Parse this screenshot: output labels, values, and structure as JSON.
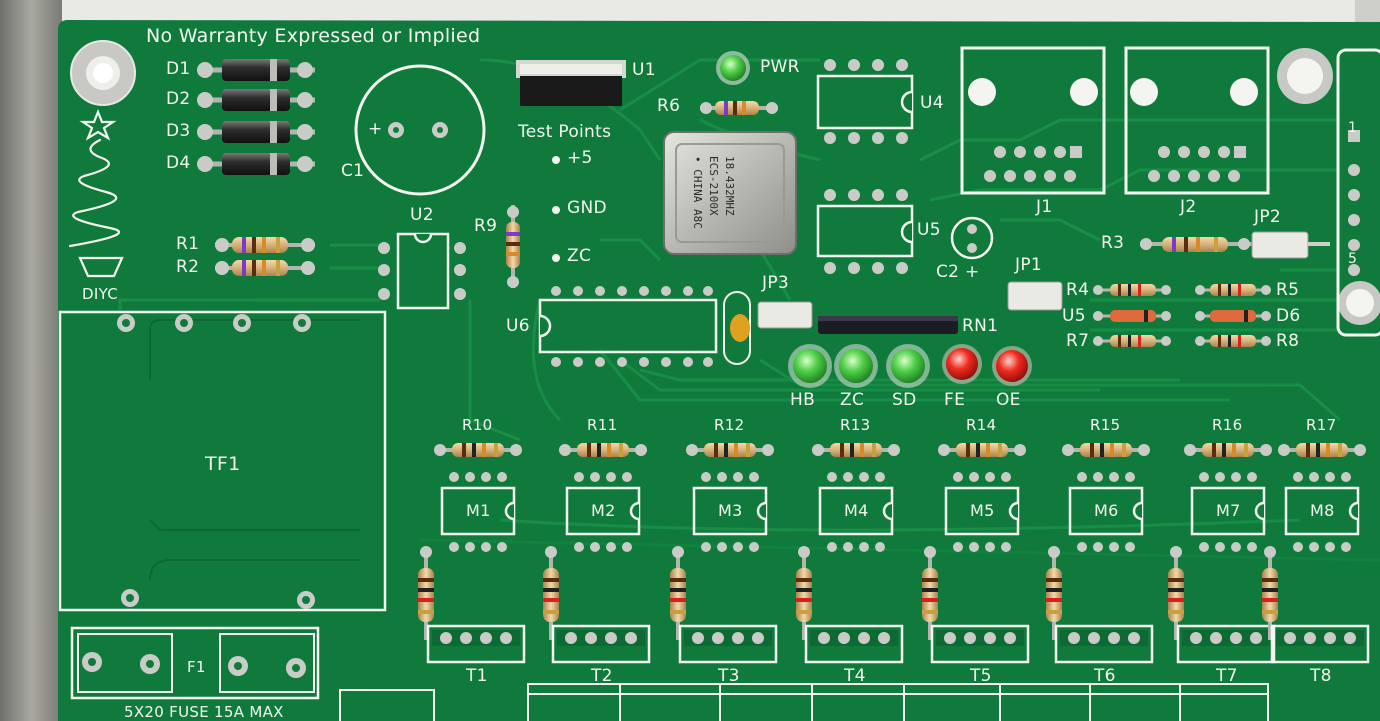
{
  "board": {
    "disclaimer": "No Warranty Expressed or Implied",
    "logo_text": "DIYC",
    "test_points_title": "Test Points",
    "test_points": [
      "+5",
      "GND",
      "ZC"
    ],
    "fuse_label": "5X20 FUSE 15A MAX",
    "oscillator_marking": [
      "18.432MHZ",
      "ECS-2100X",
      "• CHINA A8C"
    ]
  },
  "designators": {
    "diodes": [
      "D1",
      "D2",
      "D3",
      "D4"
    ],
    "c1": "C1",
    "c2": "C2",
    "plus": "+",
    "u1": "U1",
    "u2": "U2",
    "u4": "U4",
    "u5": "U5",
    "u6": "U6",
    "u5b": "U5",
    "r1": "R1",
    "r2": "R2",
    "r3": "R3",
    "r4": "R4",
    "r5": "R5",
    "r6": "R6",
    "r7": "R7",
    "r8": "R8",
    "r9": "R9",
    "d6": "D6",
    "rn1": "RN1",
    "j1": "J1",
    "j2": "J2",
    "jp1": "JP1",
    "jp2": "JP2",
    "jp3": "JP3",
    "pwr": "PWR",
    "tf1": "TF1",
    "f1": "F1",
    "right_edge": "1",
    "right_edge_bottom": "5"
  },
  "leds": [
    {
      "label": "HB",
      "color": "#3fbf3a"
    },
    {
      "label": "ZC",
      "color": "#3fbf3a"
    },
    {
      "label": "SD",
      "color": "#3fbf3a"
    },
    {
      "label": "FE",
      "color": "#e8241c"
    },
    {
      "label": "OE",
      "color": "#e8241c"
    }
  ],
  "channels": [
    {
      "resistor": "R10",
      "module": "M1",
      "triac": "T1"
    },
    {
      "resistor": "R11",
      "module": "M2",
      "triac": "T2"
    },
    {
      "resistor": "R12",
      "module": "M3",
      "triac": "T3"
    },
    {
      "resistor": "R13",
      "module": "M4",
      "triac": "T4"
    },
    {
      "resistor": "R14",
      "module": "M5",
      "triac": "T5"
    },
    {
      "resistor": "R15",
      "module": "M6",
      "triac": "T6"
    },
    {
      "resistor": "R16",
      "module": "M7",
      "triac": "T7"
    },
    {
      "resistor": "R17",
      "module": "M8",
      "triac": "T8"
    }
  ],
  "colors": {
    "solder_mask": "#0f7a3c",
    "silkscreen": "#f4f6f0",
    "pad": "#c9ccc6",
    "enclosure": "#8a8a84",
    "led_green": "#3fbf3a",
    "led_red": "#e8241c"
  }
}
